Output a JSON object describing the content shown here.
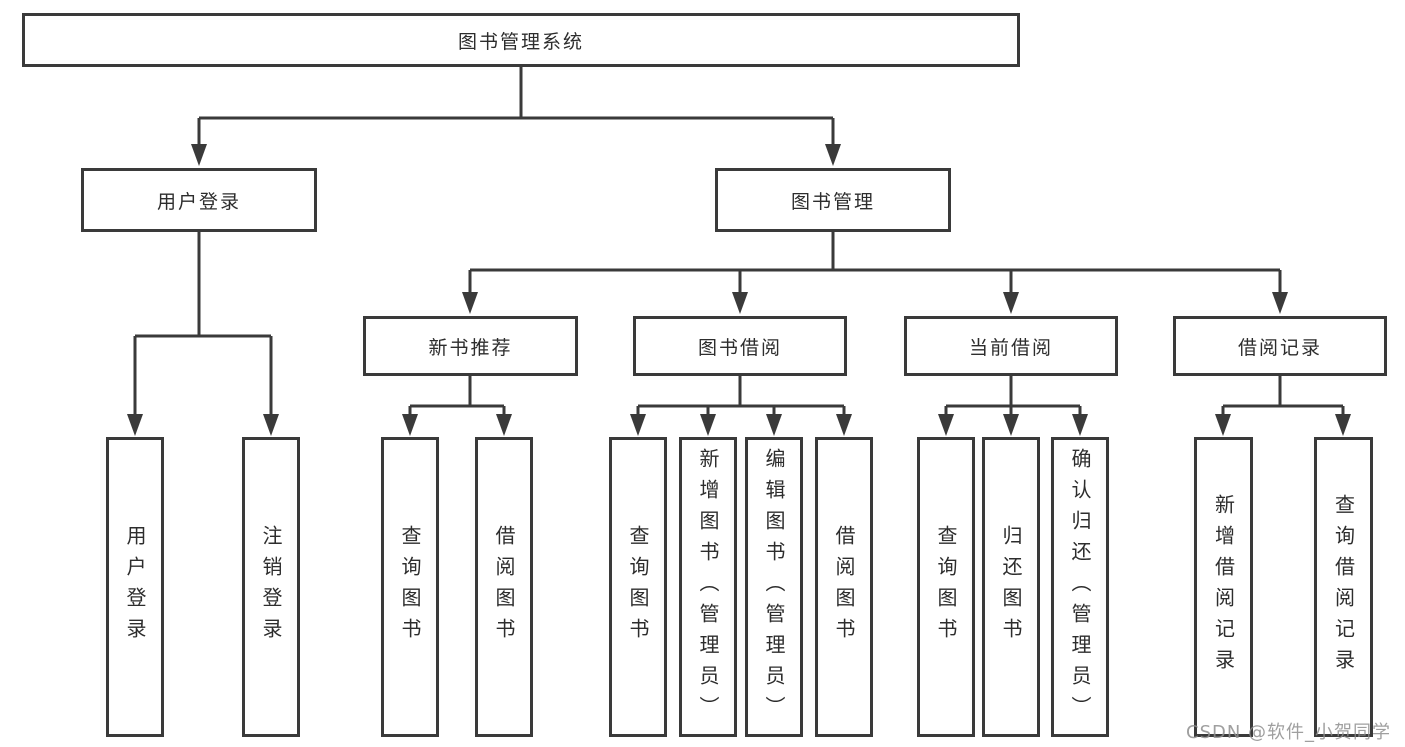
{
  "diagram": {
    "root": {
      "label": "图书管理系统"
    },
    "level2": [
      {
        "label": "用户登录"
      },
      {
        "label": "图书管理"
      }
    ],
    "level3": [
      {
        "label": "新书推荐"
      },
      {
        "label": "图书借阅"
      },
      {
        "label": "当前借阅"
      },
      {
        "label": "借阅记录"
      }
    ],
    "leaves": {
      "user_login": [
        "用户登录",
        "注销登录"
      ],
      "new_book_recommend": [
        "查询图书",
        "借阅图书"
      ],
      "book_borrow": [
        "查询图书",
        "新增图书（管理员）",
        "编辑图书（管理员）",
        "借阅图书"
      ],
      "current_borrow": [
        "查询图书",
        "归还图书",
        "确认归还（管理员）"
      ],
      "borrow_record": [
        "新增借阅记录",
        "查询借阅记录"
      ]
    }
  },
  "watermark": {
    "text": "CSDN @软件_小贺同学"
  },
  "colors": {
    "line": "#3a3a3a",
    "text": "#2d2d2d",
    "watermark": "#8f8f8f",
    "background": "#ffffff"
  }
}
